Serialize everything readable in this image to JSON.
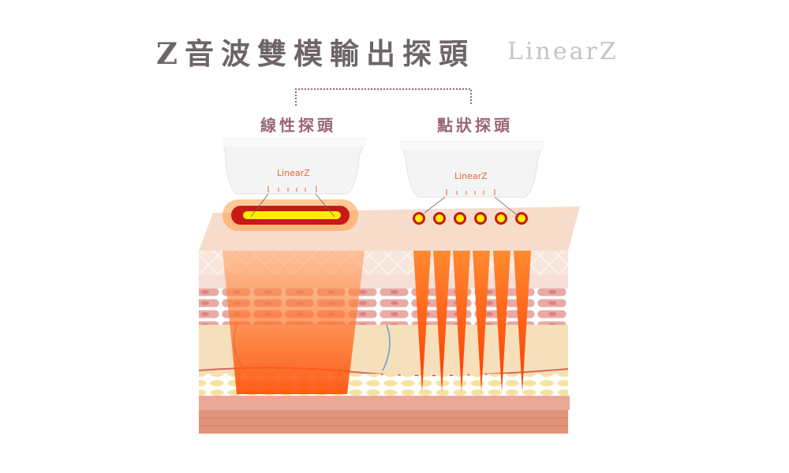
{
  "title": "Z音波雙模輸出探頭",
  "brand": "LinearZ",
  "probes": [
    {
      "label": "線性探頭",
      "logo": "LinearZ"
    },
    {
      "label": "點狀探頭",
      "logo": "LinearZ"
    }
  ],
  "colors": {
    "title": "#6e6567",
    "label": "#9a6674",
    "beam": "#ff6a10",
    "hot": "#ffee00"
  }
}
